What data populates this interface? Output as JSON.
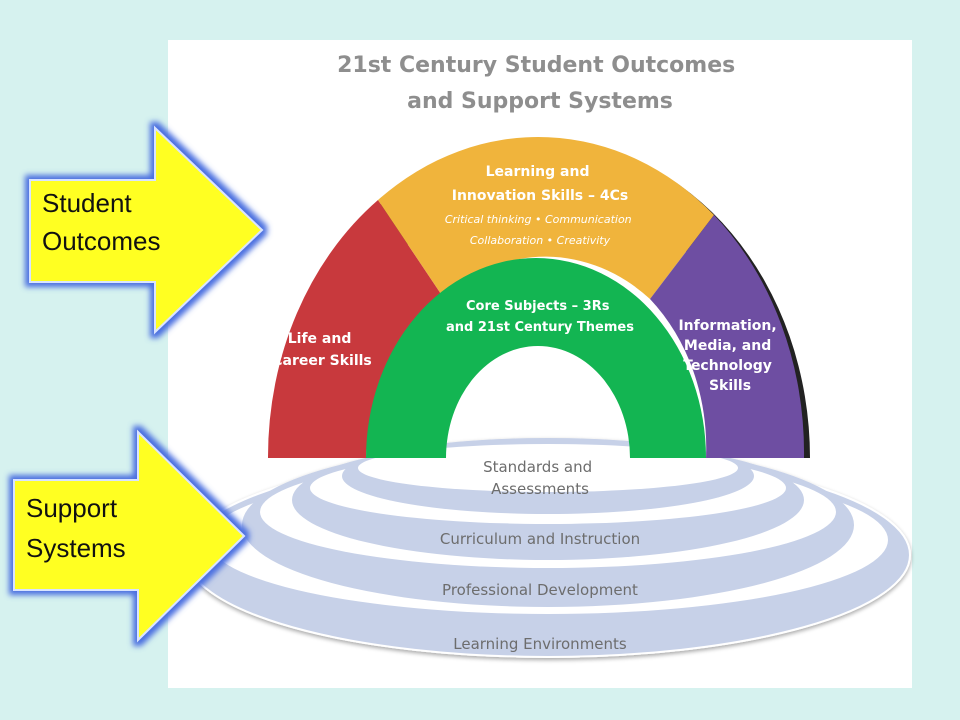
{
  "title_lines": [
    "21st Century Student Outcomes",
    "and Support Systems"
  ],
  "segments": {
    "life_career": {
      "lines": [
        "Life and",
        "Career Skills"
      ],
      "color": "#c8393d"
    },
    "learning_innovation": {
      "lines": [
        "Learning and",
        "Innovation Skills – 4Cs"
      ],
      "sub_lines": [
        "Critical thinking • Communication",
        "Collaboration • Creativity"
      ],
      "color": "#f0b43c"
    },
    "information_media": {
      "lines": [
        "Information,",
        "Media, and",
        "Technology",
        "Skills"
      ],
      "color": "#6e4ea2"
    },
    "core_subjects": {
      "lines": [
        "Core Subjects – 3Rs",
        "and 21st Century Themes"
      ],
      "color": "#13b552"
    }
  },
  "support_rings": {
    "color": "#c7d1e8",
    "labels": [
      [
        "Standards and",
        "Assessments"
      ],
      [
        "Curriculum and Instruction"
      ],
      [
        "Professional Development"
      ],
      [
        "Learning Environments"
      ]
    ]
  },
  "callouts": {
    "color": "#ffff22",
    "student_outcomes": [
      "Student",
      "Outcomes"
    ],
    "support_systems": [
      "Support",
      "Systems"
    ]
  }
}
